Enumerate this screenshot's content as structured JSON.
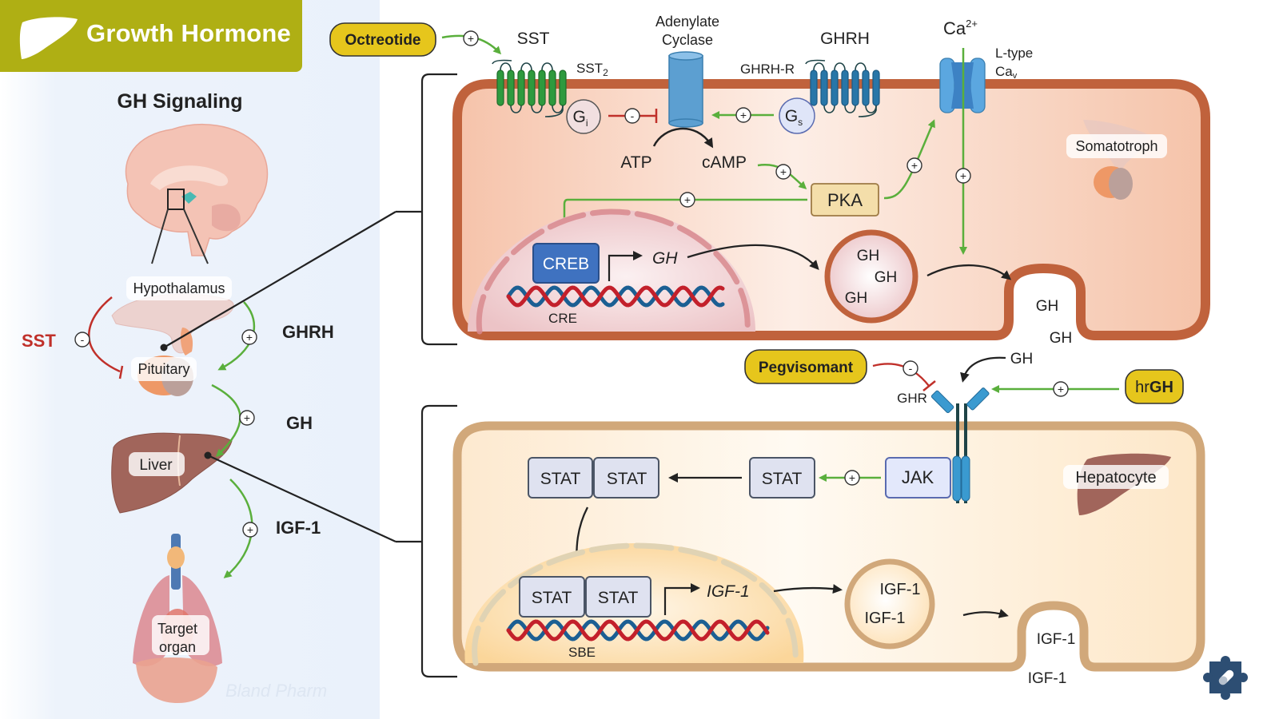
{
  "header": {
    "title": "Growth Hormone",
    "icon": "liver-icon"
  },
  "left_panel": {
    "subtitle": "GH Signaling",
    "organs": {
      "hypothalamus": "Hypothalamus",
      "pituitary": "Pituitary",
      "liver": "Liver",
      "target_organ_line1": "Target",
      "target_organ_line2": "organ"
    },
    "hormones": {
      "sst": "SST",
      "ghrh": "GHRH",
      "gh": "GH",
      "igf1": "IGF-1"
    },
    "watermark": "Bland Pharm"
  },
  "signs": {
    "plus": "+",
    "minus": "-"
  },
  "somatotroph": {
    "cell_label": "Somatotroph",
    "drug": "Octreotide",
    "sst_ligand": "SST",
    "sst2_receptor": "SST",
    "sst2_sub": "2",
    "adenylate_cyclase_line1": "Adenylate",
    "adenylate_cyclase_line2": "Cyclase",
    "ghrh_ligand": "GHRH",
    "ghrh_receptor": "GHRH-R",
    "calcium": "Ca",
    "calcium_sup": "2+",
    "channel_line1": "L-type",
    "channel_line2": "Ca",
    "channel_sub": "v",
    "gi": "G",
    "gi_sub": "i",
    "gs": "G",
    "gs_sub": "s",
    "atp": "ATP",
    "camp": "cAMP",
    "pka": "PKA",
    "creb": "CREB",
    "cre": "CRE",
    "gene": "GH",
    "vesicle": [
      "GH",
      "GH",
      "GH"
    ],
    "secreted": [
      "GH",
      "GH"
    ]
  },
  "receptor": {
    "extracellular_gh": "GH",
    "antagonist": "Pegvisomant",
    "ghr": "GHR",
    "agonist_prefix": "hr",
    "agonist_bold": "GH"
  },
  "hepatocyte": {
    "cell_label": "Hepatocyte",
    "jak": "JAK",
    "stat": "STAT",
    "sbe": "SBE",
    "gene": "IGF-1",
    "vesicle": [
      "IGF-1",
      "IGF-1"
    ],
    "secreted": [
      "IGF-1",
      "IGF-1"
    ]
  },
  "colors": {
    "title_bar": "#afaf14",
    "activation": "#5aaf3c",
    "inhibition": "#c0302a",
    "somatotroph_membrane": "#c0623c",
    "hepatocyte_membrane": "#d1a87a",
    "drug": "#e6c61c",
    "receptor_blue": "#3a8cbf",
    "sst_receptor_green": "#2e9a3e"
  },
  "footer_icon": "puzzle-pill-icon"
}
